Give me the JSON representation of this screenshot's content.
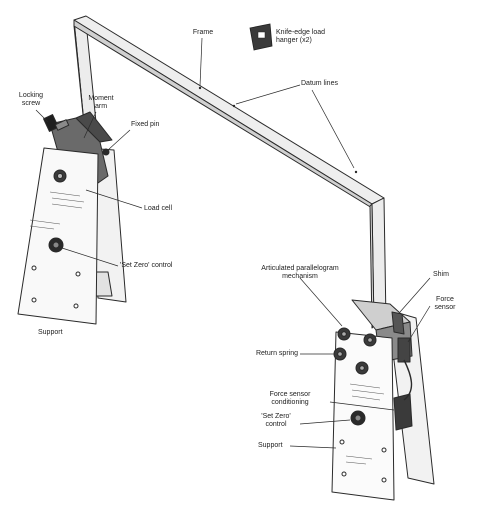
{
  "labels": {
    "frame": "Frame",
    "knife_edge": [
      "Knife-edge load",
      "hanger (x2)"
    ],
    "datum_lines": "Datum lines",
    "locking_screw": [
      "Locking",
      "screw"
    ],
    "moment_arm": [
      "Moment",
      "arm"
    ],
    "fixed_pin": "Fixed pin",
    "load_cell": "Load cell",
    "set_zero_left": "'Set Zero' control",
    "support_left": "Support",
    "articulated": [
      "Articulated parallelogram",
      "mechanism"
    ],
    "shim": "Shim",
    "force_sensor": [
      "Force",
      "sensor"
    ],
    "return_spring": "Return spring",
    "force_sensor_conditioning": [
      "Force sensor",
      "conditioning"
    ],
    "set_zero_right": [
      "'Set Zero'",
      "control"
    ],
    "support_right": "Support"
  },
  "colors": {
    "ink": "#2a2a2a",
    "frame_fill": "#e6e6e6",
    "panel_fill": "#f7f7f7",
    "dark": "#3a3a3a"
  }
}
